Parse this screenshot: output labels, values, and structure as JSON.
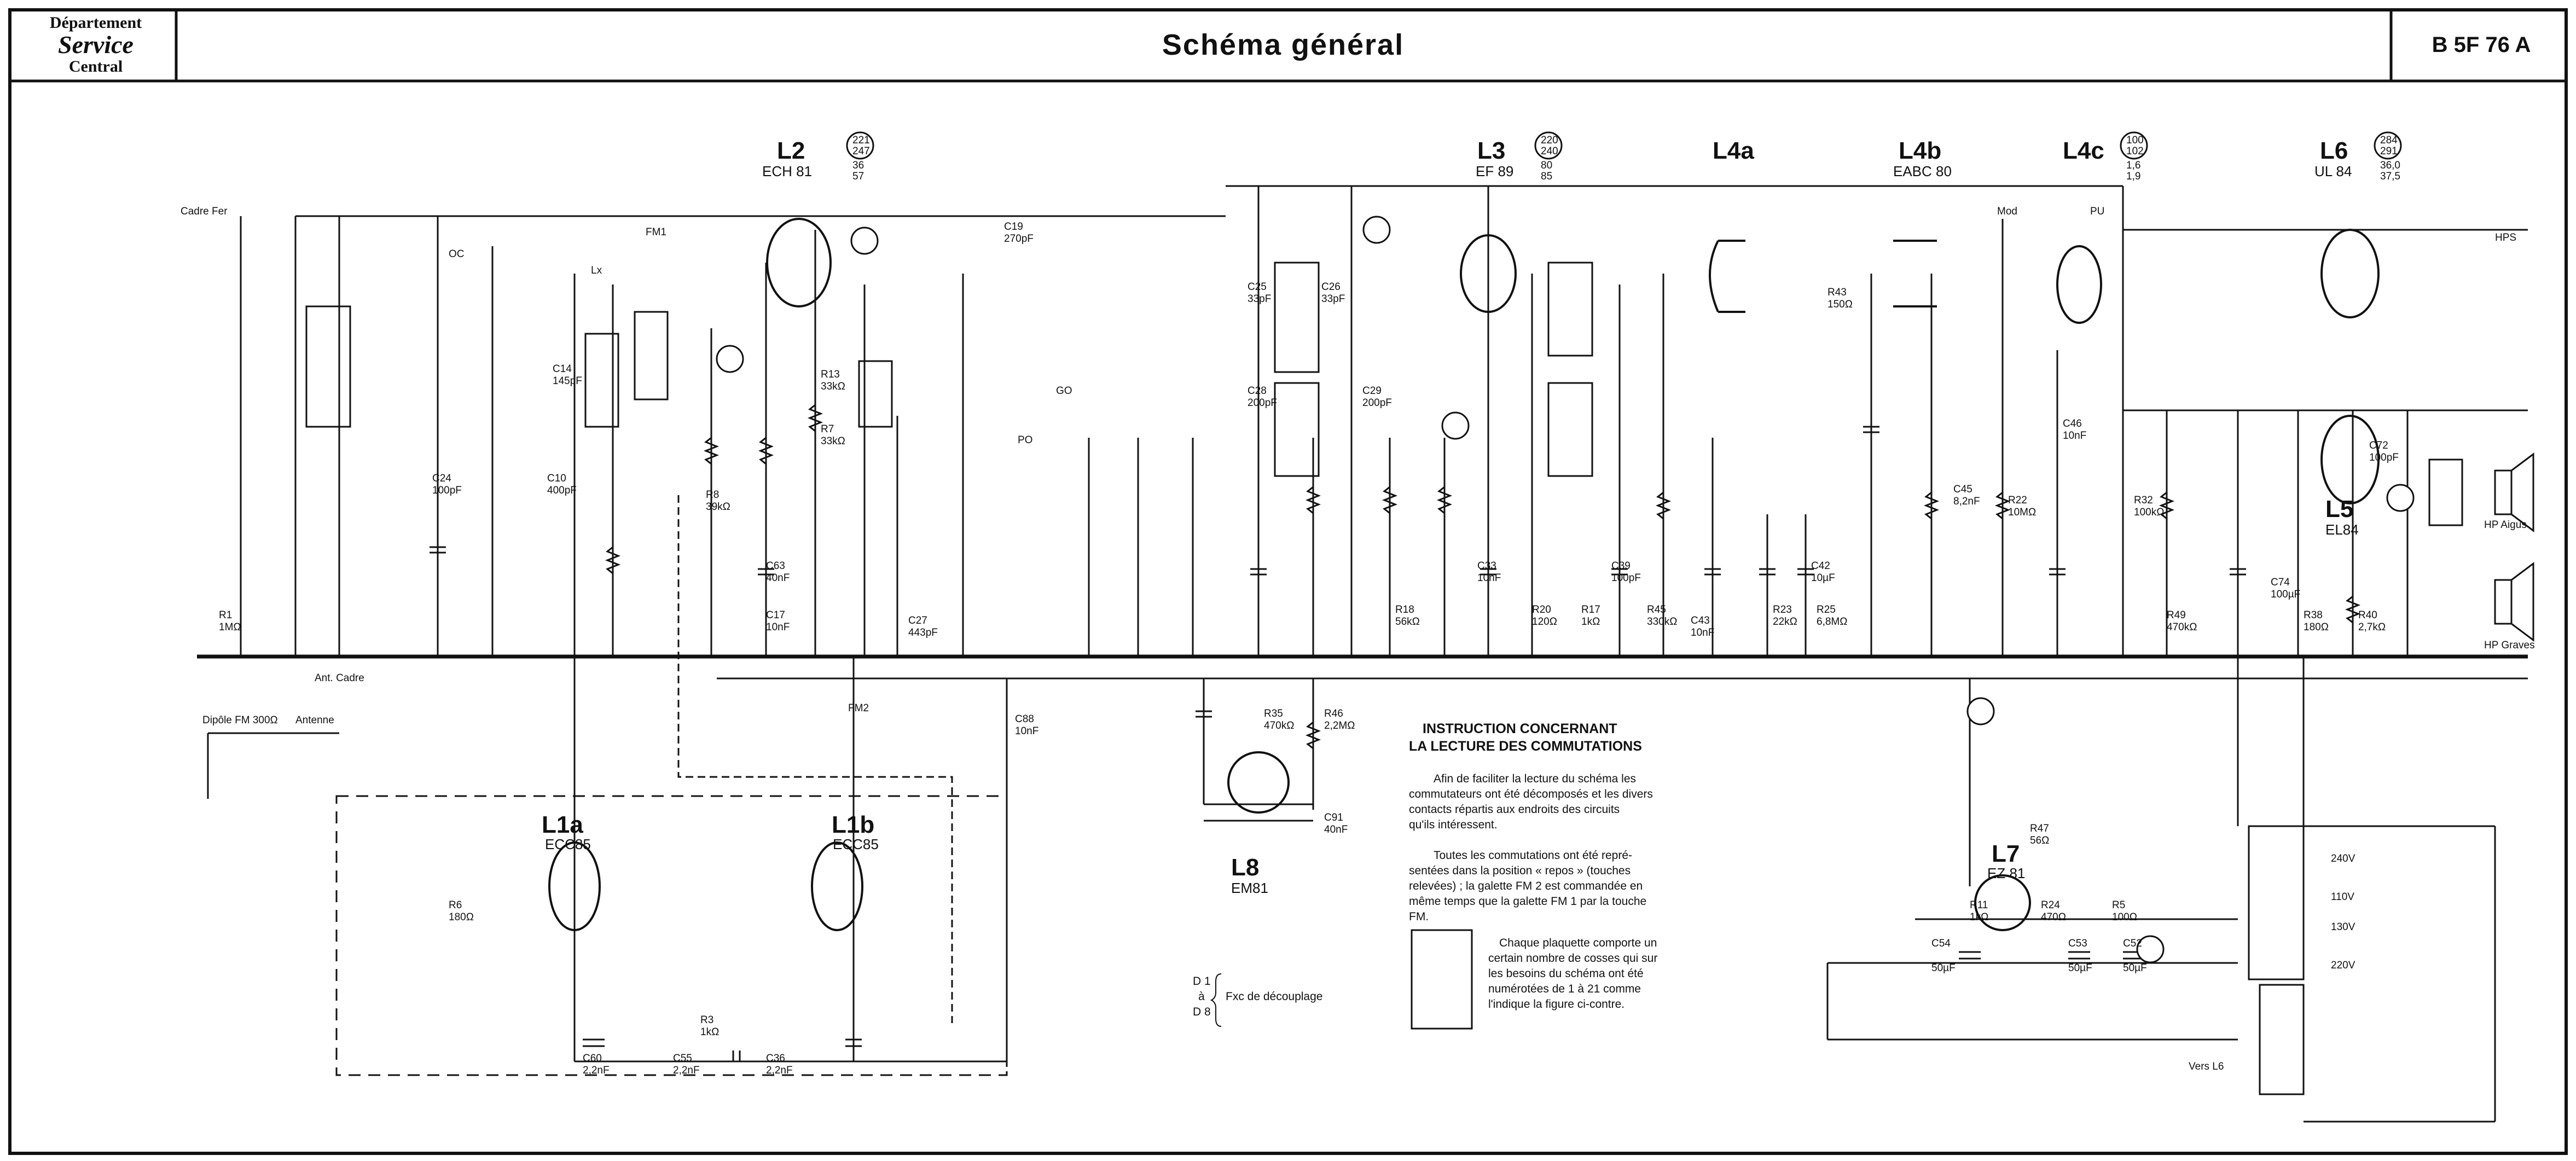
{
  "header": {
    "dept_line1": "Département",
    "dept_line2": "Service",
    "dept_line3": "Central",
    "title": "Schéma général",
    "reference": "B 5F 76 A"
  },
  "tubes": [
    {
      "id": "L2",
      "type": "ECH 81",
      "pins": [
        "221",
        "247",
        "36",
        "57"
      ]
    },
    {
      "id": "L3",
      "type": "EF 89",
      "pins": [
        "220",
        "240",
        "80",
        "85"
      ]
    },
    {
      "id": "L4a",
      "type": ""
    },
    {
      "id": "L4b",
      "type": "EABC 80"
    },
    {
      "id": "L4c",
      "type": "",
      "pins": [
        "100",
        "102",
        "1,6",
        "1,9"
      ]
    },
    {
      "id": "L6",
      "type": "UL 84",
      "pins": [
        "284",
        "291",
        "36,0",
        "37,5"
      ]
    },
    {
      "id": "L1a",
      "type": "ECC85"
    },
    {
      "id": "L1b",
      "type": "ECC85"
    },
    {
      "id": "L8",
      "type": "EM81"
    },
    {
      "id": "L7",
      "type": "EZ 81"
    },
    {
      "id": "L5",
      "type": "EL84"
    }
  ],
  "instruction": {
    "title1": "INSTRUCTION CONCERNANT",
    "title2": "LA LECTURE DES COMMUTATIONS",
    "para1": [
      "Afin de faciliter la lecture du schéma les",
      "commutateurs ont été décomposés et les divers",
      "contacts répartis aux endroits des circuits",
      "qu'ils intéressent."
    ],
    "para2": [
      "Toutes les commutations ont été repré-",
      "sentées dans la position « repos » (touches",
      "relevées) ; la galette FM 2 est commandée en",
      "même temps que la galette FM 1 par la touche",
      "FM."
    ],
    "para3": [
      "Chaque plaquette comporte un",
      "certain nombre de cosses qui sur",
      "les besoins du schéma ont été",
      "numérotées de 1 à 21 comme",
      "l'indique la figure ci-contre."
    ],
    "decoupling": [
      "D 1",
      "à",
      "D 8",
      "Fxc de découplage"
    ]
  },
  "labels": {
    "cadre": "Cadre Fer",
    "antenne": "Antenne",
    "dipole": "Dipôle FM 300Ω",
    "ant_cadre": "Ant. Cadre",
    "hp_aigus": "HP Aigus",
    "hp_graves": "HP Graves",
    "hps": "HPS",
    "v110": "110V",
    "v130": "130V",
    "v220": "220V",
    "v240": "240V",
    "vers_l6": "Vers L6",
    "mod": "Mod",
    "pu": "PU",
    "fm2": "FM2",
    "fm1": "FM1",
    "oc": "OC",
    "po": "PO",
    "go": "GO",
    "lx": "Lx"
  },
  "components": [
    {
      "ref": "C26",
      "val": "33pF"
    },
    {
      "ref": "C25",
      "val": "33pF"
    },
    {
      "ref": "C19",
      "val": "270pF"
    },
    {
      "ref": "C28",
      "val": "200pF"
    },
    {
      "ref": "C29",
      "val": "200pF"
    },
    {
      "ref": "C63",
      "val": "40nF"
    },
    {
      "ref": "C17",
      "val": "10nF"
    },
    {
      "ref": "C10",
      "val": "400pF"
    },
    {
      "ref": "C14",
      "val": "145pF"
    },
    {
      "ref": "C24",
      "val": "100pF"
    },
    {
      "ref": "C27",
      "val": "443pF"
    },
    {
      "ref": "C33",
      "val": "10nF"
    },
    {
      "ref": "C39",
      "val": "100pF"
    },
    {
      "ref": "C43",
      "val": "10nF"
    },
    {
      "ref": "C42",
      "val": "10µF"
    },
    {
      "ref": "C46",
      "val": "10nF"
    },
    {
      "ref": "C45",
      "val": "8,2nF"
    },
    {
      "ref": "C53",
      "val": "50µF"
    },
    {
      "ref": "C54",
      "val": "50µF"
    },
    {
      "ref": "C52",
      "val": "50µF"
    },
    {
      "ref": "C72",
      "val": "100pF"
    },
    {
      "ref": "C74",
      "val": "100µF"
    },
    {
      "ref": "C60",
      "val": "2,2nF"
    },
    {
      "ref": "C55",
      "val": "2,2nF"
    },
    {
      "ref": "C36",
      "val": "2,2nF"
    },
    {
      "ref": "C91",
      "val": "40nF"
    },
    {
      "ref": "C88",
      "val": "10nF"
    },
    {
      "ref": "R13",
      "val": "33kΩ"
    },
    {
      "ref": "R7",
      "val": "33kΩ"
    },
    {
      "ref": "R8",
      "val": "39kΩ"
    },
    {
      "ref": "R6",
      "val": "180Ω"
    },
    {
      "ref": "R1",
      "val": "1MΩ"
    },
    {
      "ref": "R3",
      "val": "1kΩ"
    },
    {
      "ref": "R35",
      "val": "470kΩ"
    },
    {
      "ref": "R46",
      "val": "2,2MΩ"
    },
    {
      "ref": "R18",
      "val": "56kΩ"
    },
    {
      "ref": "R20",
      "val": "120Ω"
    },
    {
      "ref": "R17",
      "val": "1kΩ"
    },
    {
      "ref": "R45",
      "val": "330kΩ"
    },
    {
      "ref": "R23",
      "val": "22kΩ"
    },
    {
      "ref": "R25",
      "val": "6,8MΩ"
    },
    {
      "ref": "R22",
      "val": "10MΩ"
    },
    {
      "ref": "R32",
      "val": "100kΩ"
    },
    {
      "ref": "R43",
      "val": "150Ω"
    },
    {
      "ref": "R49",
      "val": "470kΩ"
    },
    {
      "ref": "R38",
      "val": "180Ω"
    },
    {
      "ref": "R40",
      "val": "2,7kΩ"
    },
    {
      "ref": "R47",
      "val": "56Ω"
    },
    {
      "ref": "R11",
      "val": "1kΩ"
    },
    {
      "ref": "R24",
      "val": "470Ω"
    },
    {
      "ref": "R5",
      "val": "100Ω"
    }
  ]
}
